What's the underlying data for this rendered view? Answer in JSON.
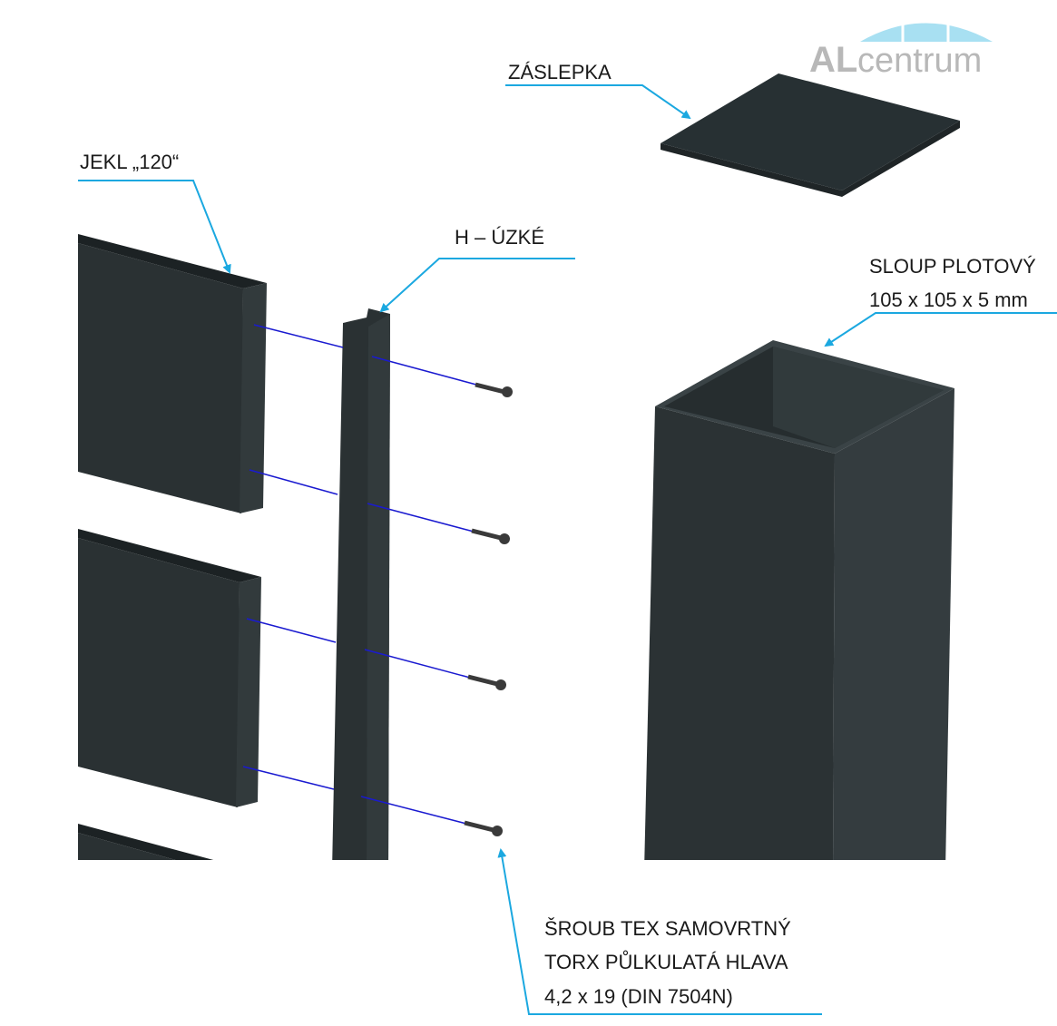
{
  "logo": {
    "text_bold": "AL",
    "text_light": "centrum"
  },
  "labels": {
    "zaslepka": "ZÁSLEPKA",
    "jekl": "JEKL „120“",
    "h_uzke": "H – ÚZKÉ",
    "sloup_line1": "SLOUP PLOTOVÝ",
    "sloup_line2": "105 x 105 x 5 mm",
    "sroub_line1": "ŠROUB TEX SAMOVRTNÝ",
    "sroub_line2": "TORX PŮLKULATÁ HLAVA",
    "sroub_line3": "4,2 x 19 (DIN 7504N)"
  },
  "colors": {
    "callout": "#1ba8e0",
    "assembly_line": "#1a1ad0",
    "part": "#2a3133"
  }
}
